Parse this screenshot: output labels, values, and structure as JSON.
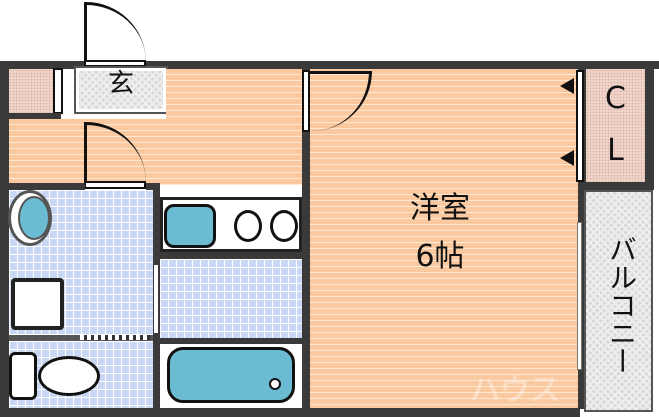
{
  "floor_plan": {
    "rooms": [
      {
        "id": "entrance",
        "label": "玄"
      },
      {
        "id": "western_room",
        "label_line1": "洋室",
        "label_line2": "6帖"
      },
      {
        "id": "closet",
        "label_line1": "C",
        "label_line2": "L"
      },
      {
        "id": "balcony",
        "label": "バルコニー"
      }
    ],
    "watermark": "ハウス",
    "colors": {
      "wall": "#3a3a3a",
      "wood_floor": "#fbc9a0",
      "tile_floor": "#c8d8f4",
      "fixture_blue": "#6bbcd2",
      "balcony_gray": "#d9d9d9"
    }
  }
}
